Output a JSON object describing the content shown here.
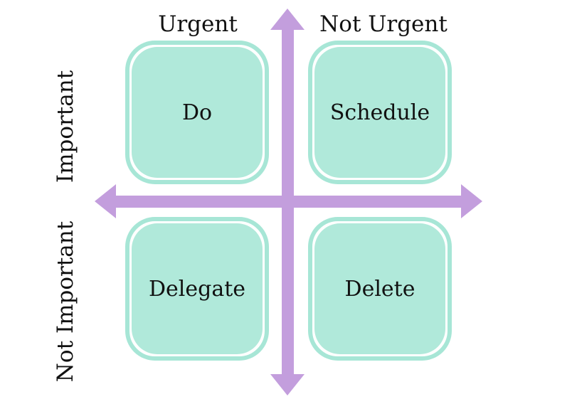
{
  "columns": {
    "urgent": "Urgent",
    "not_urgent": "Not Urgent"
  },
  "rows": {
    "important": "Important",
    "not_important": "Not Important"
  },
  "quadrants": {
    "do": "Do",
    "schedule": "Schedule",
    "delegate": "Delegate",
    "delete": "Delete"
  },
  "colors": {
    "axis": "#c39edd",
    "quadrant_fill": "#b0e9da",
    "quadrant_border": "#a7e6d6",
    "text": "#111111"
  }
}
